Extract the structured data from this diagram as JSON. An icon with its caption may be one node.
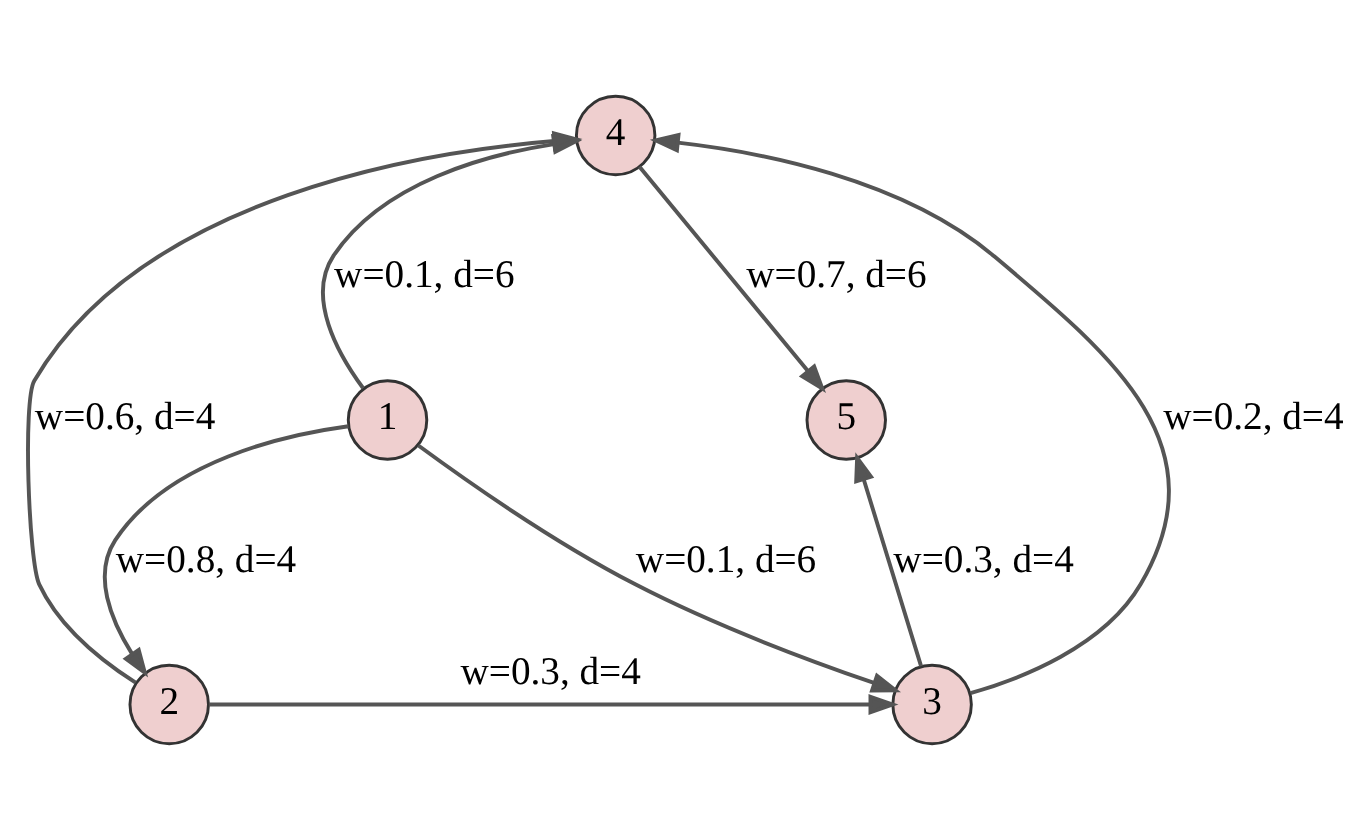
{
  "diagram": {
    "nodes": [
      {
        "text": [
          "1"
        ]
      },
      {
        "text": [
          "2"
        ]
      },
      {
        "text": [
          "3"
        ]
      },
      {
        "text": [
          "4"
        ]
      },
      {
        "text": [
          "5"
        ]
      }
    ],
    "edges": [
      {
        "from": 0,
        "to": 3,
        "arrow": "to",
        "label": "w=0.1, d=6"
      },
      {
        "from": 0,
        "to": 2,
        "arrow": "to",
        "label": "w=0.1, d=6"
      },
      {
        "from": 0,
        "to": 1,
        "arrow": "to",
        "label": "w=0.8, d=4"
      },
      {
        "from": 1,
        "to": 3,
        "arrow": "to",
        "label": "w=0.6, d=4"
      },
      {
        "from": 1,
        "to": 2,
        "arrow": "to",
        "label": "w=0.3, d=4"
      },
      {
        "from": 2,
        "to": 3,
        "arrow": "to",
        "label": "w=0.2, d=4"
      },
      {
        "from": 3,
        "to": 4,
        "arrow": "to",
        "label": "w=0.7, d=6"
      },
      {
        "from": 2,
        "to": 4,
        "arrow": "to",
        "label": "w=0.3, d=4"
      }
    ]
  }
}
